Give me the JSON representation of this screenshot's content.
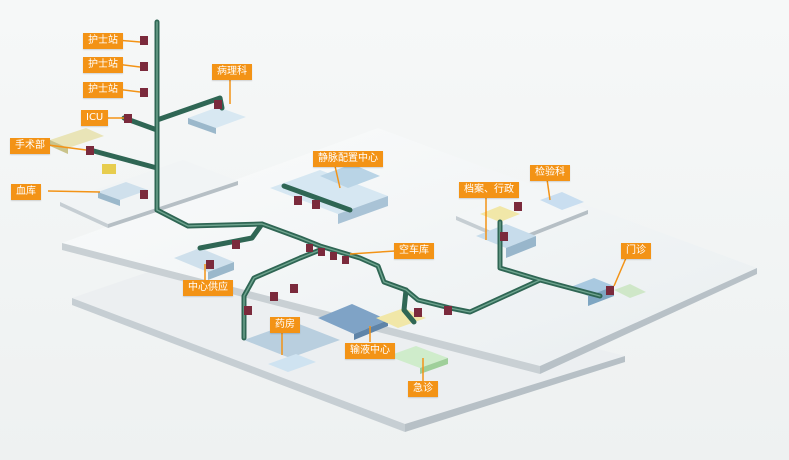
{
  "colors": {
    "tag_bg": "#f39316",
    "tag_text": "#ffffff",
    "tube": "#2f6654",
    "tube_highlight": "#6fa58f",
    "station": "#7b2a3c",
    "floor_top": "#f4f6f7",
    "floor_side": "#c9d0d4"
  },
  "labels": {
    "nurse_station_1": "护士站",
    "nurse_station_2": "护士站",
    "nurse_station_3": "护士站",
    "pathology": "病理科",
    "icu": "ICU",
    "operating_room": "手术部",
    "blood_bank": "血库",
    "iv_admixture_center": "静脉配置中心",
    "laboratory": "检验科",
    "records_admin": "档案、行政",
    "empty_carrier_store": "空车库",
    "central_supply": "中心供应",
    "outpatient": "门诊",
    "pharmacy": "药房",
    "infusion_center": "输液中心",
    "emergency": "急诊"
  }
}
